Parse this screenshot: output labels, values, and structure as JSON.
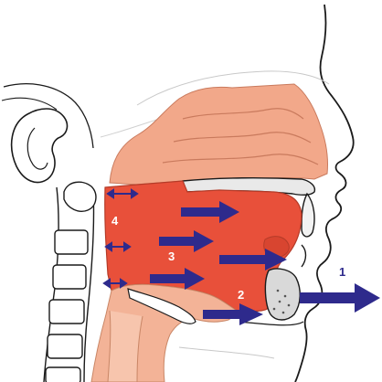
{
  "colors": {
    "background": "#ffffff",
    "outline": "#1a1a1a",
    "light_outline": "#b8b8b8",
    "nasal_cavity": "#f2a88a",
    "airway_red": "#e8503a",
    "lower_pink": "#f3b397",
    "arrow": "#2e2a8c",
    "labels_on_red": "#ffffff",
    "labels_on_white": "#2e2a8c",
    "bone_grey": "#d9d9d9"
  },
  "labels": {
    "l1": "1",
    "l2": "2",
    "l3": "3",
    "l4": "4"
  }
}
